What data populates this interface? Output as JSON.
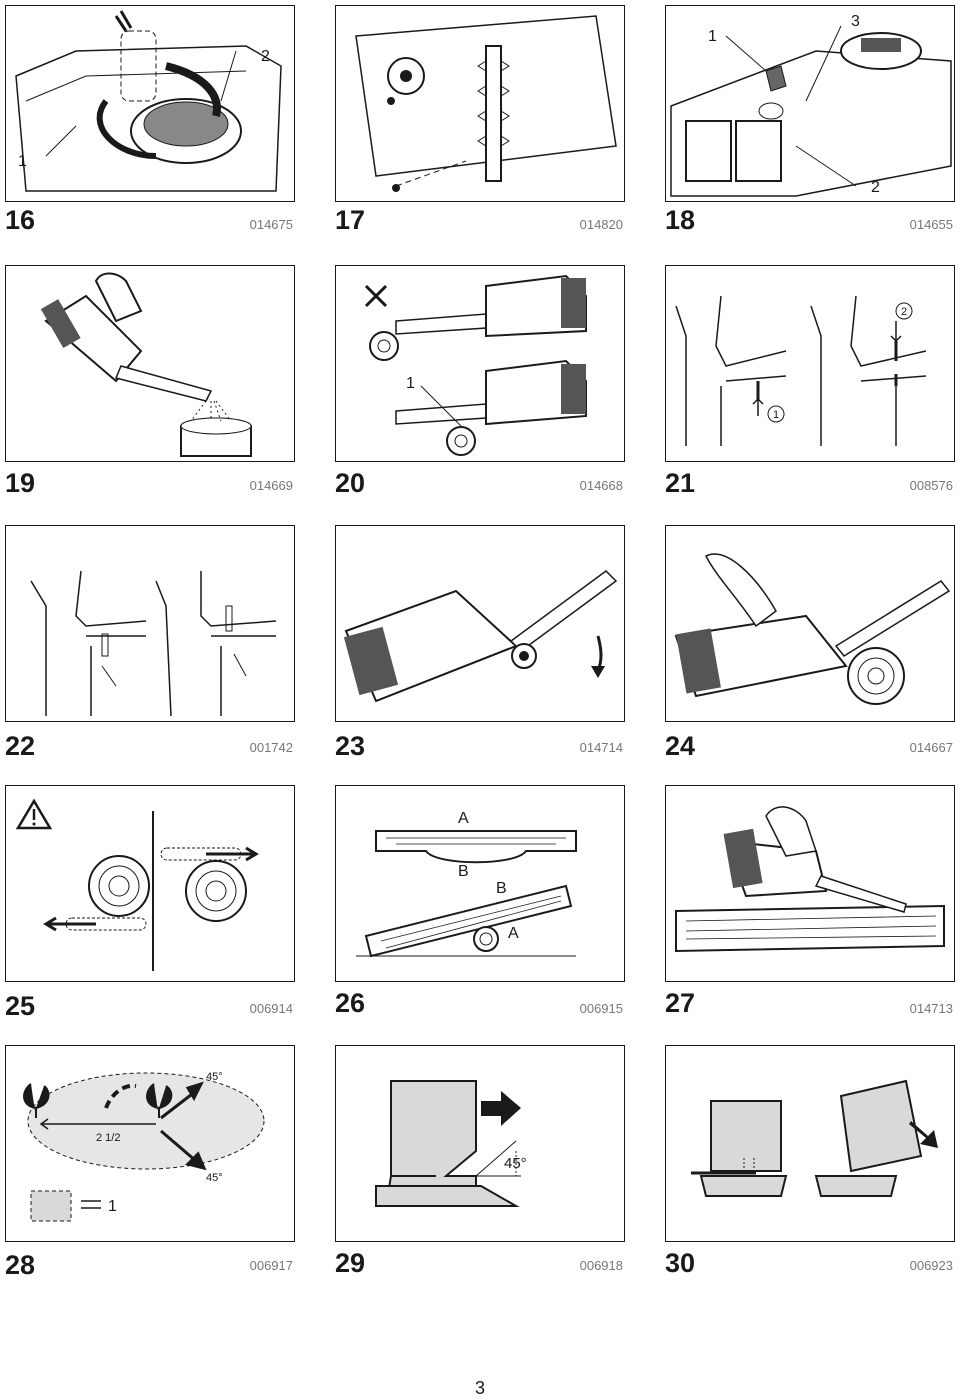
{
  "page_number": "3",
  "figures": [
    {
      "num": "16",
      "code": "014675",
      "labels": [
        "1",
        "2"
      ]
    },
    {
      "num": "17",
      "code": "014820"
    },
    {
      "num": "18",
      "code": "014655",
      "labels": [
        "1",
        "2",
        "3"
      ]
    },
    {
      "num": "19",
      "code": "014669"
    },
    {
      "num": "20",
      "code": "014668",
      "labels": [
        "1"
      ]
    },
    {
      "num": "21",
      "code": "008576",
      "labels": [
        "1",
        "2"
      ]
    },
    {
      "num": "22",
      "code": "001742"
    },
    {
      "num": "23",
      "code": "014714"
    },
    {
      "num": "24",
      "code": "014667"
    },
    {
      "num": "25",
      "code": "006914"
    },
    {
      "num": "26",
      "code": "006915",
      "labels": [
        "A",
        "B"
      ]
    },
    {
      "num": "27",
      "code": "014713"
    },
    {
      "num": "28",
      "code": "006917",
      "labels": [
        "45°",
        "2 1/2",
        "1"
      ]
    },
    {
      "num": "29",
      "code": "006918",
      "labels": [
        "45°"
      ]
    },
    {
      "num": "30",
      "code": "006923"
    }
  ],
  "colors": {
    "line": "#1a1a1a",
    "fill_gray": "#d9d9d9",
    "code_gray": "#777777"
  }
}
